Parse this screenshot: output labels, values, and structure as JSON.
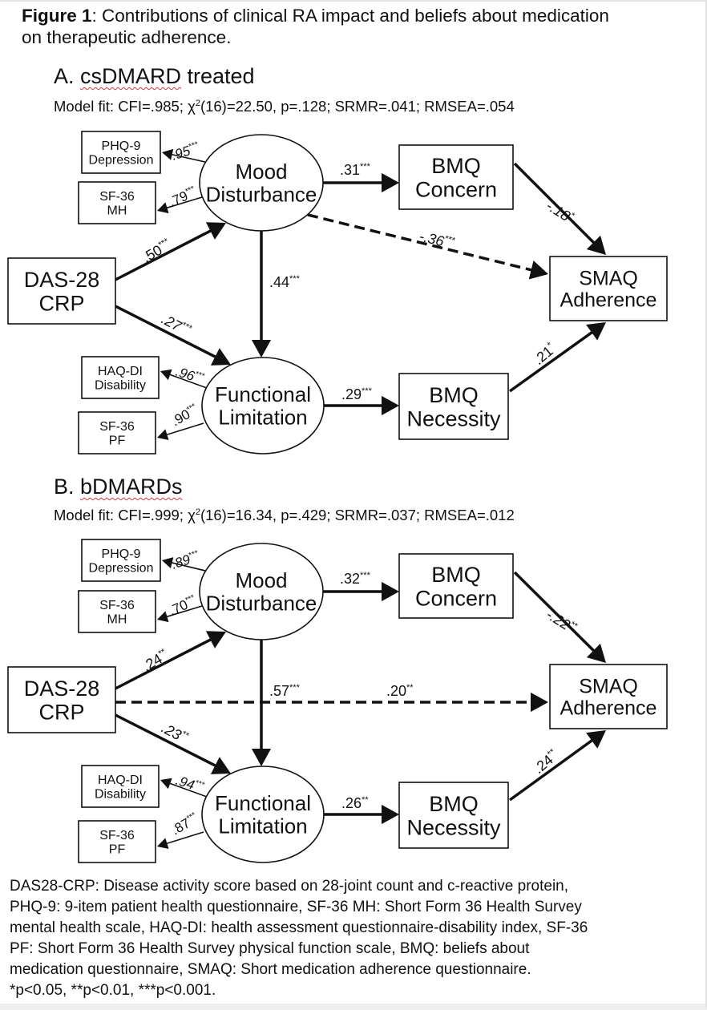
{
  "figure": {
    "title_bold": "Figure 1",
    "title_rest": ": Contributions of clinical RA impact and beliefs about medication on therapeutic adherence."
  },
  "panels": [
    {
      "id": "A",
      "heading_prefix": "A. ",
      "heading_underlined": "csDMARD",
      "heading_suffix": " treated",
      "fit": {
        "prefix": "Model fit: CFI=.985; χ",
        "sup": "2",
        "suffix": "(16)=22.50, p=.128; SRMR=.041; RMSEA=.054"
      },
      "nodes": {
        "phq9": [
          "PHQ-9",
          "Depression"
        ],
        "sf36mh": [
          "SF-36",
          "MH"
        ],
        "das28": [
          "DAS-28",
          "CRP"
        ],
        "mood": [
          "Mood",
          "Disturbance"
        ],
        "func": [
          "Functional",
          "Limitation"
        ],
        "haqdi": [
          "HAQ-DI",
          "Disability"
        ],
        "sf36pf": [
          "SF-36",
          "PF"
        ],
        "bmq_concern": [
          "BMQ",
          "Concern"
        ],
        "bmq_necessity": [
          "BMQ",
          "Necessity"
        ],
        "smaq": [
          "SMAQ",
          "Adherence"
        ]
      },
      "paths": {
        "mood_phq9": {
          "coef": ".95",
          "sig": "***"
        },
        "mood_sf36mh": {
          "coef": ".79",
          "sig": "***"
        },
        "das_mood": {
          "coef": ".50",
          "sig": "***"
        },
        "das_func": {
          "coef": ".27",
          "sig": "***"
        },
        "mood_func": {
          "coef": ".44",
          "sig": "***"
        },
        "mood_concern": {
          "coef": ".31",
          "sig": "***"
        },
        "mood_smaq": {
          "coef": "-.36",
          "sig": "***",
          "dashed": true
        },
        "concern_smaq": {
          "coef": "-.18",
          "sig": "*"
        },
        "func_haqdi": {
          "coef": ".96",
          "sig": "***"
        },
        "func_sf36pf": {
          "coef": ".90",
          "sig": "***"
        },
        "func_necessity": {
          "coef": ".29",
          "sig": "***"
        },
        "necessity_smaq": {
          "coef": ".21",
          "sig": "*"
        }
      }
    },
    {
      "id": "B",
      "heading_prefix": "B. ",
      "heading_underlined": "bDMARDs",
      "heading_suffix": "",
      "fit": {
        "prefix": "Model fit: CFI=.999; χ",
        "sup": "2",
        "suffix": "(16)=16.34, p=.429; SRMR=.037; RMSEA=.012"
      },
      "nodes": {
        "phq9": [
          "PHQ-9",
          "Depression"
        ],
        "sf36mh": [
          "SF-36",
          "MH"
        ],
        "das28": [
          "DAS-28",
          "CRP"
        ],
        "mood": [
          "Mood",
          "Disturbance"
        ],
        "func": [
          "Functional",
          "Limitation"
        ],
        "haqdi": [
          "HAQ-DI",
          "Disability"
        ],
        "sf36pf": [
          "SF-36",
          "PF"
        ],
        "bmq_concern": [
          "BMQ",
          "Concern"
        ],
        "bmq_necessity": [
          "BMQ",
          "Necessity"
        ],
        "smaq": [
          "SMAQ",
          "Adherence"
        ]
      },
      "paths": {
        "mood_phq9": {
          "coef": ".89",
          "sig": "***"
        },
        "mood_sf36mh": {
          "coef": ".70",
          "sig": "***"
        },
        "das_mood": {
          "coef": ".24",
          "sig": "**"
        },
        "das_func": {
          "coef": ".23",
          "sig": "**"
        },
        "mood_func": {
          "coef": ".57",
          "sig": "***"
        },
        "mood_concern": {
          "coef": ".32",
          "sig": "***"
        },
        "das_smaq": {
          "coef": ".20",
          "sig": "**",
          "dashed": true
        },
        "concern_smaq": {
          "coef": "-.22",
          "sig": "**"
        },
        "func_haqdi": {
          "coef": ".94",
          "sig": "***"
        },
        "func_sf36pf": {
          "coef": ".87",
          "sig": "***"
        },
        "func_necessity": {
          "coef": ".26",
          "sig": "**"
        },
        "necessity_smaq": {
          "coef": ".24",
          "sig": "**"
        }
      }
    }
  ],
  "footnote": {
    "lines": [
      "DAS28-CRP: Disease activity score based on 28-joint count and c-reactive protein,",
      "PHQ-9: 9-item patient health questionnaire, SF-36 MH: Short Form 36 Health Survey",
      "mental health scale, HAQ-DI: health assessment questionnaire-disability index, SF-36",
      "PF: Short Form 36 Health Survey physical function scale, BMQ: beliefs about",
      "medication questionnaire, SMAQ: Short medication adherence questionnaire.",
      "*p<0.05, **p<0.01, ***p<0.001."
    ]
  }
}
